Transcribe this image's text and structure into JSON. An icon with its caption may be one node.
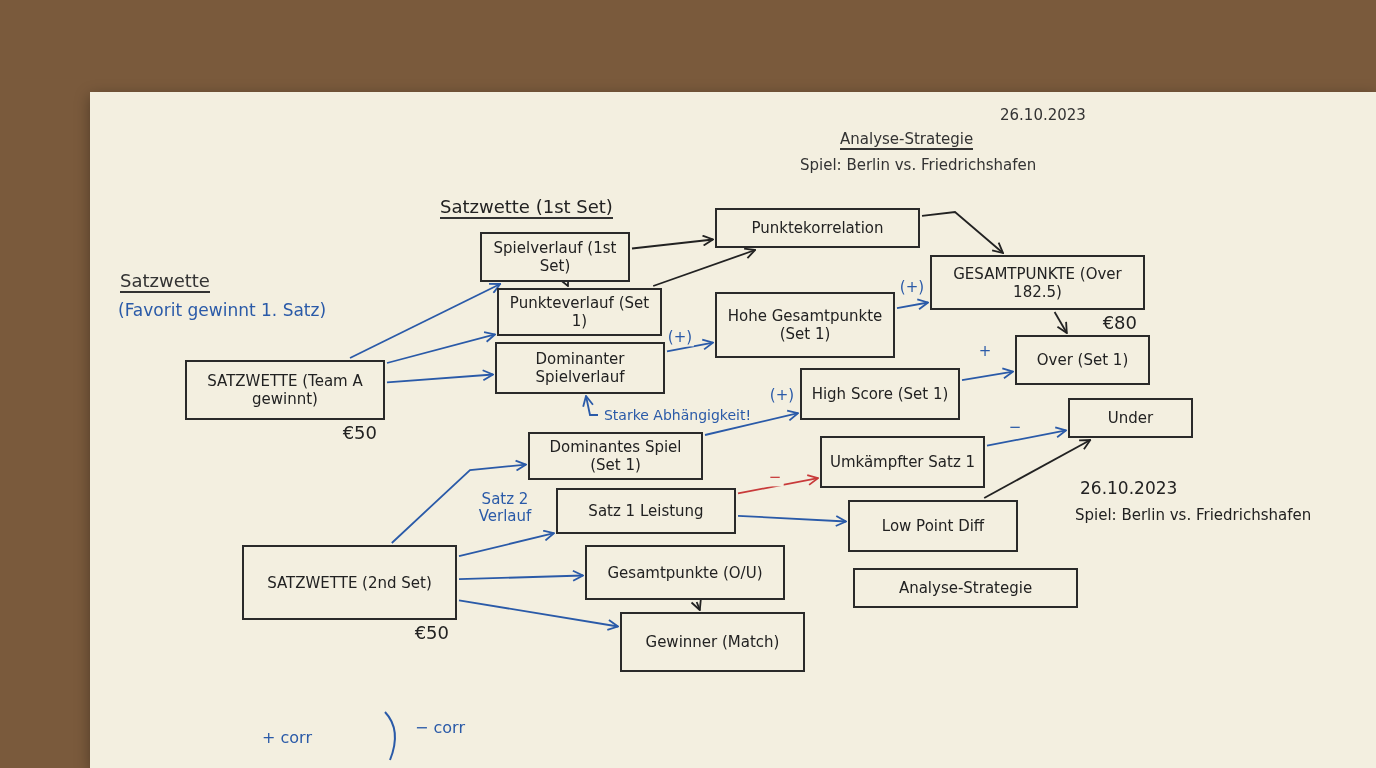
{
  "diagram": {
    "title": "Satzwette (1st Set)",
    "nodes": [
      {
        "text": [
          "SATZWETTE (Team A gewinnt)"
        ],
        "beside": [
          "€50"
        ]
      },
      {
        "text": [
          "Spielverlauf (1st Set)"
        ]
      },
      {
        "text": [
          "Punkteverlauf (Set 1)"
        ]
      },
      {
        "text": [
          "Dominanter Spielverlauf"
        ]
      },
      {
        "text": [
          "Punktekorrelation"
        ]
      },
      {
        "text": [
          "Hohe Gesamtpunkte (Set 1)"
        ]
      },
      {
        "text": [
          "GESAMTPUNKTE (Over 182.5)"
        ],
        "beside": [
          "€80"
        ]
      },
      {
        "text": [
          "Over (Set 1)"
        ]
      },
      {
        "text": [
          "High Score (Set 1)"
        ]
      },
      {
        "text": [
          "Under"
        ]
      },
      {
        "text": [
          "Dominantes Spiel (Set 1)"
        ]
      },
      {
        "text": [
          "Satz 1 Leistung"
        ]
      },
      {
        "text": [
          "Umkämpfter Satz 1"
        ]
      },
      {
        "text": [
          "Low Point Diff"
        ]
      },
      {
        "text": [
          "SATZWETTE (2nd Set)"
        ],
        "beside": [
          "€50"
        ]
      },
      {
        "text": [
          "Gesamtpunkte (O/U)"
        ]
      },
      {
        "text": [
          "Gewinner (Match)"
        ]
      },
      {
        "text": [
          "Analyse-Strategie"
        ]
      },
      {
        "text": [
          "Starke Abhängigkeit!"
        ]
      }
    ],
    "edges": [
      {
        "from": 0,
        "to": 1,
        "arrow": "to"
      },
      {
        "from": 0,
        "to": 2,
        "arrow": "to"
      },
      {
        "from": 0,
        "to": 3,
        "arrow": "to"
      },
      {
        "from": 1,
        "to": 2,
        "arrow": "to",
        "color": "#222222"
      },
      {
        "from": 1,
        "to": 4,
        "arrow": "to",
        "color": "#222222"
      },
      {
        "from": 2,
        "to": 4,
        "arrow": "to",
        "color": "#222222"
      },
      {
        "from": 4,
        "to": 6,
        "arrow": "to",
        "color": "#222222"
      },
      {
        "from": 3,
        "to": 5,
        "arrow": "to",
        "label": "(+)"
      },
      {
        "from": 5,
        "to": 6,
        "arrow": "to",
        "label": "(+)"
      },
      {
        "from": 6,
        "to": 7,
        "arrow": "to",
        "color": "#222222"
      },
      {
        "from": 8,
        "to": 7,
        "arrow": "to",
        "label": "+"
      },
      {
        "from": 18,
        "to": 3,
        "arrow": "to"
      },
      {
        "from": 10,
        "to": 8,
        "arrow": "to",
        "label": "(+)"
      },
      {
        "from": 12,
        "to": 9,
        "arrow": "to",
        "label": "−"
      },
      {
        "from": 13,
        "to": 9,
        "arrow": "to",
        "color": "#222222"
      },
      {
        "from": 11,
        "to": 12,
        "arrow": "to",
        "label": "−",
        "color": "#c83a3a"
      },
      {
        "from": 11,
        "to": 13,
        "arrow": "to"
      },
      {
        "from": 14,
        "to": 10,
        "arrow": "to"
      },
      {
        "from": 14,
        "to": 11,
        "arrow": "to",
        "label": "Satz 2 Verlauf"
      },
      {
        "from": 14,
        "to": 15,
        "arrow": "to"
      },
      {
        "from": 14,
        "to": 16,
        "arrow": "to"
      },
      {
        "from": 15,
        "to": 16,
        "arrow": "to",
        "color": "#222222"
      }
    ],
    "labels": [
      "Satzwette",
      "(Favorit gewinnt 1. Satz)",
      "26.10.2023",
      "Analyse-Strategie",
      "Spiel: Berlin vs. Friedrichshafen",
      "26.10.2023",
      "Spiel: Berlin vs. Friedrichshafen",
      "+ corr",
      "− corr"
    ]
  }
}
